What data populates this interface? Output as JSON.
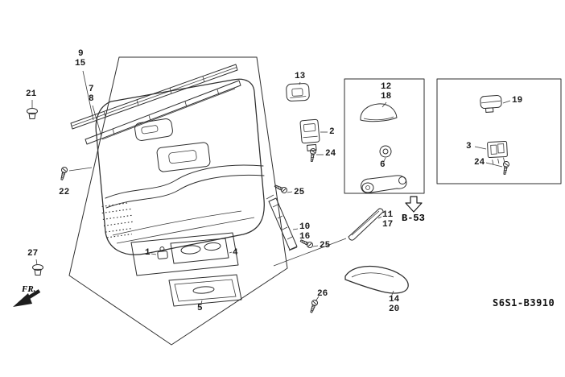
{
  "diagram": {
    "title": "front-door-lining-exploded-parts-diagram",
    "callouts": [
      {
        "id": "9"
      },
      {
        "id": "15"
      },
      {
        "id": "7"
      },
      {
        "id": "8"
      },
      {
        "id": "21"
      },
      {
        "id": "22"
      },
      {
        "id": "27"
      },
      {
        "id": "13"
      },
      {
        "id": "2"
      },
      {
        "id": "24"
      },
      {
        "id": "12"
      },
      {
        "id": "18"
      },
      {
        "id": "6"
      },
      {
        "id": "19"
      },
      {
        "id": "3"
      },
      {
        "id": "24"
      },
      {
        "id": "25"
      },
      {
        "id": "11"
      },
      {
        "id": "17"
      },
      {
        "id": "10"
      },
      {
        "id": "16"
      },
      {
        "id": "25"
      },
      {
        "id": "1"
      },
      {
        "id": "4"
      },
      {
        "id": "5"
      },
      {
        "id": "26"
      },
      {
        "id": "14"
      },
      {
        "id": "20"
      }
    ],
    "reference_label": "B-53",
    "front_label": "FR.",
    "drawing_code": "S6S1-B3910"
  },
  "colors": {
    "line": "#2e2e2e",
    "background": "#ffffff",
    "text": "#1c1c1c"
  }
}
